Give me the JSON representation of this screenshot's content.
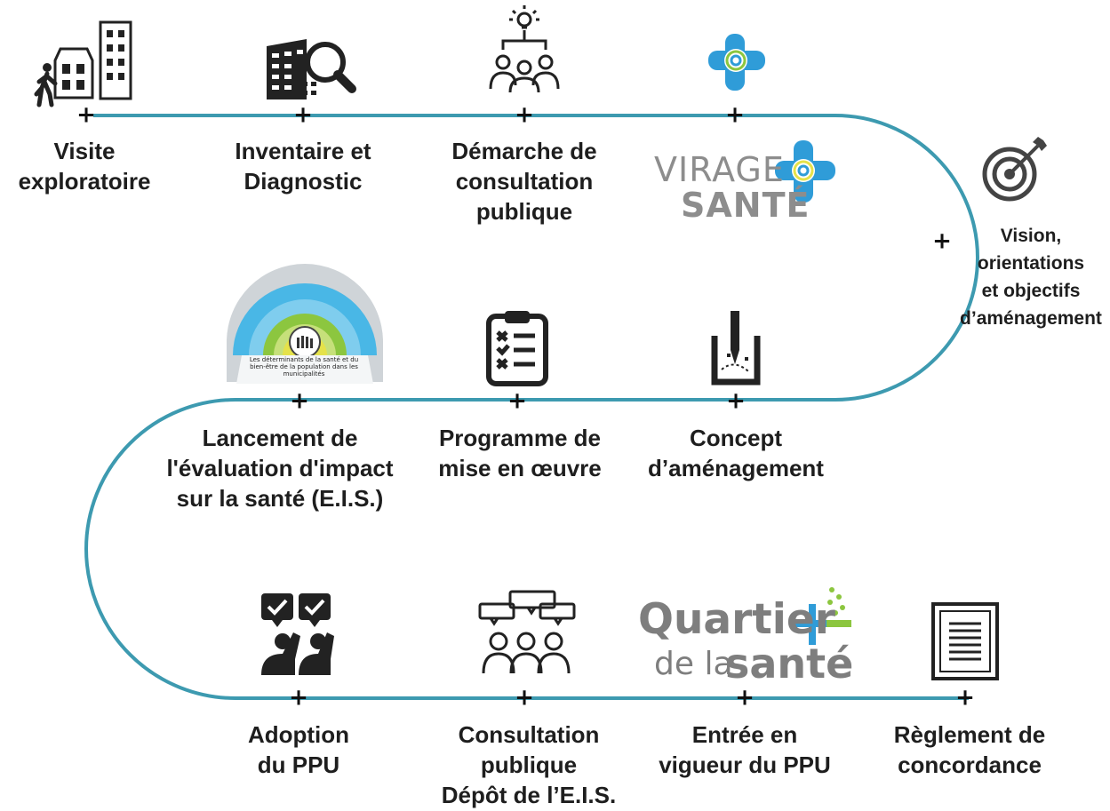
{
  "steps": [
    {
      "id": "visite",
      "lines": [
        "Visite",
        "exploratoire"
      ],
      "icon": "pedestrian-buildings-icon"
    },
    {
      "id": "inventaire",
      "lines": [
        "Inventaire et",
        "Diagnostic"
      ],
      "icon": "building-magnifier-icon"
    },
    {
      "id": "demarche",
      "lines": [
        "Démarche de",
        "consultation",
        "publique"
      ],
      "icon": "lightbulb-group-icon"
    },
    {
      "id": "virage",
      "lines": [],
      "icon": "health-cross-target-icon"
    },
    {
      "id": "vision",
      "lines": [
        "Vision,",
        "orientations",
        "et objectifs",
        "d’aménagement"
      ],
      "icon": "target-arrow-icon"
    },
    {
      "id": "concept",
      "lines": [
        "Concept",
        "d’aménagement"
      ],
      "icon": "hand-drawing-plan-icon"
    },
    {
      "id": "programme",
      "lines": [
        "Programme de",
        "mise en œuvre"
      ],
      "icon": "clipboard-checklist-icon"
    },
    {
      "id": "lancement",
      "lines": [
        "Lancement de",
        "l'évaluation d'impact",
        "sur la santé (E.I.S.)"
      ],
      "icon": "health-determinants-wheel-icon"
    },
    {
      "id": "adoption",
      "lines": [
        "Adoption",
        "du PPU"
      ],
      "icon": "people-vote-icon"
    },
    {
      "id": "consultation",
      "lines": [
        "Consultation",
        "publique",
        "Dépôt de l’E.I.S."
      ],
      "icon": "people-speech-bubbles-icon"
    },
    {
      "id": "entree",
      "lines": [
        "Entrée en",
        "vigueur du PPU"
      ],
      "icon": "quartier-sante-logo-icon"
    },
    {
      "id": "reglement",
      "lines": [
        "Règlement de",
        "concordance"
      ],
      "icon": "document-icon"
    }
  ],
  "node_symbol": "+",
  "logos": {
    "virage": {
      "line1": "VIRAGE",
      "line2": "SANTÉ"
    },
    "quartier": {
      "line1": "Quartier",
      "line2": "de la",
      "line3": "santé"
    }
  },
  "wheel_caption": "Les déterminants de la santé et du bien-être de la population dans les municipalités",
  "colors": {
    "path": "#3d9ab0",
    "text": "#1e1e1e",
    "logo_gray": "#8d8d8d",
    "cross_blue": "#2f9cd8",
    "accent_green": "#8cc63f",
    "accent_yellow": "#e5e24a"
  }
}
